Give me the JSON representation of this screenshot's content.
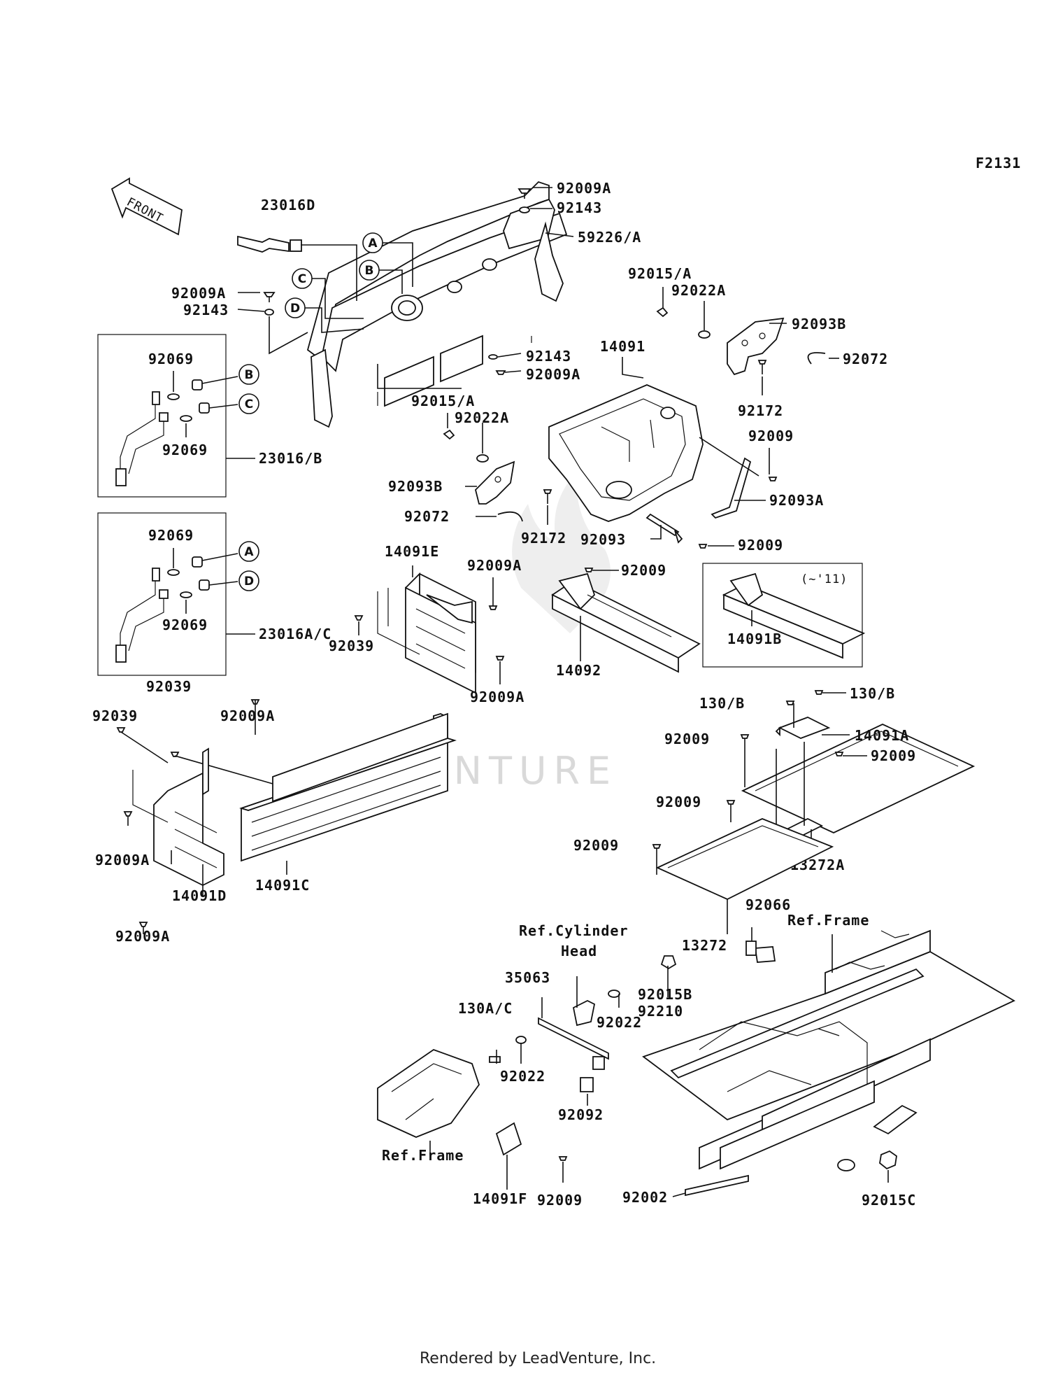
{
  "diagram_code": "F2131",
  "front_arrow_text": "FRONT",
  "watermark_text": "ADVENTURE",
  "footer_text": "Rendered by LeadVenture, Inc.",
  "inset_note": "(~'11)",
  "callouts": {
    "A": "A",
    "B": "B",
    "C": "C",
    "D": "D"
  },
  "labels": [
    "92009A",
    "92143",
    "23016D",
    "59226/A",
    "92015/A",
    "92022A",
    "92009A",
    "92143",
    "92093B",
    "92143",
    "92009A",
    "14091",
    "92072",
    "92069",
    "23016/B",
    "92069",
    "92015/A",
    "92022A",
    "92172",
    "92009",
    "92093B",
    "92072",
    "92172",
    "92093A",
    "92093",
    "92009",
    "92069",
    "14091E",
    "92009A",
    "92009",
    "92069",
    "23016A/C",
    "92039",
    "14092",
    "92009A",
    "14091B",
    "92039",
    "92039",
    "92009A",
    "130/B",
    "130/B",
    "14091A",
    "92009",
    "92009",
    "92009A",
    "14091C",
    "14091D",
    "92009",
    "92009",
    "13272A",
    "92009A",
    "13272",
    "92066",
    "Ref.Frame",
    "Ref.Cylinder",
    "Head",
    "35063",
    "92015B",
    "92210",
    "130A/C",
    "92022",
    "92022",
    "92092",
    "Ref.Frame",
    "14091F",
    "92009",
    "92002",
    "92015C"
  ]
}
